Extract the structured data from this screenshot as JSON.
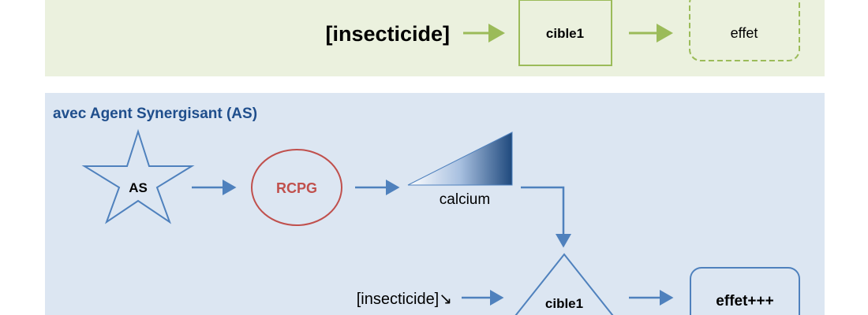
{
  "top": {
    "input_label": "[insecticide]",
    "target_label": "cible1",
    "effect_label": "effet"
  },
  "bottom": {
    "title": "avec Agent Synergisant (AS)",
    "agent_label": "AS",
    "receptor_label": "RCPG",
    "calcium_label": "calcium",
    "input_label": "[insecticide]↘",
    "target_label": "cible1",
    "effect_label": "effet+++"
  },
  "colors": {
    "top_bg": "#ebf1de",
    "bottom_bg": "#dce6f2",
    "green": "#9bbb59",
    "blue": "#4f81bd",
    "red": "#c0504d",
    "title": "#1f4e8c"
  }
}
